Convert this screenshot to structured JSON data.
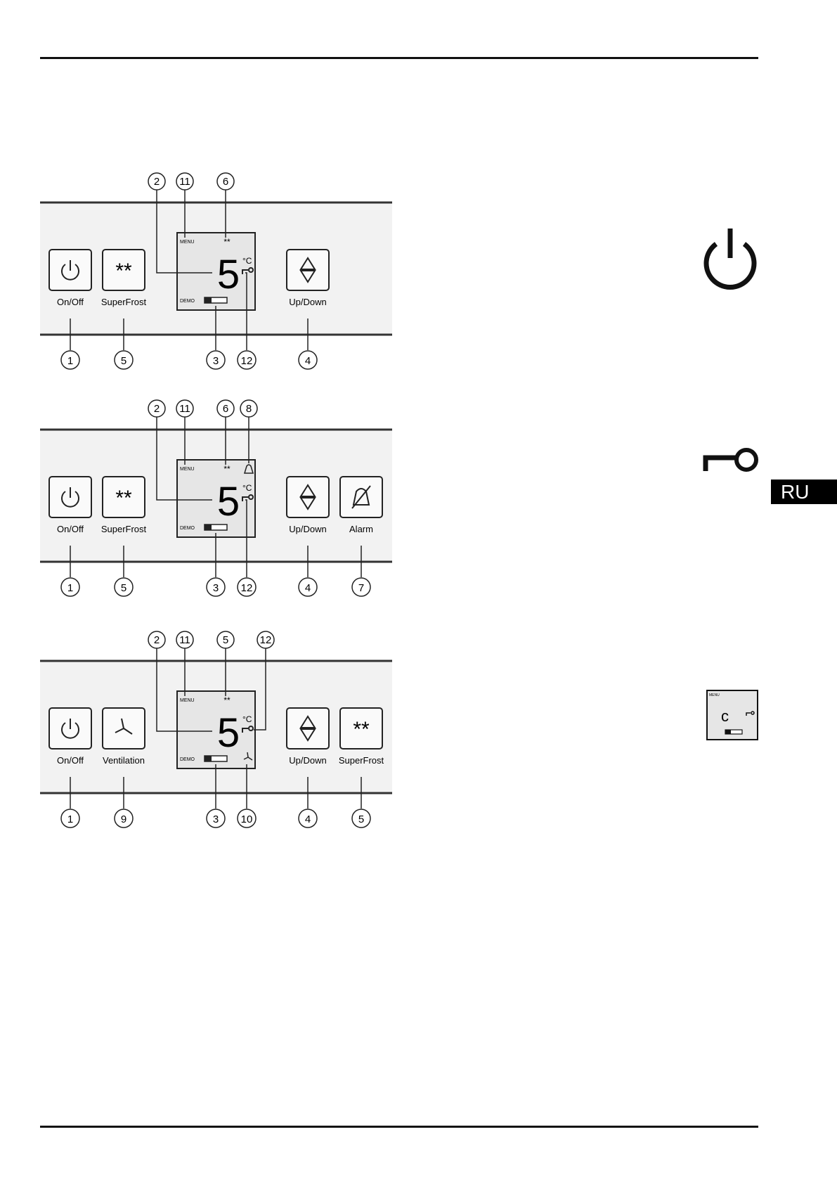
{
  "header": {},
  "language_tab": {
    "label": "RU"
  },
  "panels": [
    {
      "id": "panel-1",
      "buttons": [
        {
          "id": "onoff",
          "icon": "power-icon",
          "label": "On/Off"
        },
        {
          "id": "superfrost",
          "icon": "superfrost-icon",
          "label": "SuperFrost"
        },
        {
          "id": "updown",
          "icon": "up-down-icon",
          "label": "Up/Down"
        }
      ],
      "display": {
        "menu": "MENU",
        "demo": "DEMO",
        "digit": "5",
        "unit": "°C",
        "top_symbol": "**",
        "key": "key-icon",
        "extra": null
      },
      "top_callouts": [
        "2",
        "11",
        "6"
      ],
      "bottom_callouts": [
        "1",
        "5",
        "3",
        "12",
        "4"
      ]
    },
    {
      "id": "panel-2",
      "buttons": [
        {
          "id": "onoff",
          "icon": "power-icon",
          "label": "On/Off"
        },
        {
          "id": "superfrost",
          "icon": "superfrost-icon",
          "label": "SuperFrost"
        },
        {
          "id": "updown",
          "icon": "up-down-icon",
          "label": "Up/Down"
        },
        {
          "id": "alarm",
          "icon": "alarm-off-icon",
          "label": "Alarm"
        }
      ],
      "display": {
        "menu": "MENU",
        "demo": "DEMO",
        "digit": "5",
        "unit": "°C",
        "top_symbol": "**",
        "key": "key-icon",
        "extra": "bell-icon"
      },
      "top_callouts": [
        "2",
        "11",
        "6",
        "8"
      ],
      "bottom_callouts": [
        "1",
        "5",
        "3",
        "12",
        "4",
        "7"
      ]
    },
    {
      "id": "panel-3",
      "buttons": [
        {
          "id": "onoff",
          "icon": "power-icon",
          "label": "On/Off"
        },
        {
          "id": "ventilation",
          "icon": "fan-icon",
          "label": "Ventilation"
        },
        {
          "id": "updown",
          "icon": "up-down-icon",
          "label": "Up/Down"
        },
        {
          "id": "superfrost",
          "icon": "superfrost-icon",
          "label": "SuperFrost"
        }
      ],
      "display": {
        "menu": "MENU",
        "demo": "DEMO",
        "digit": "5",
        "unit": "°C",
        "top_symbol": "**",
        "key": "key-icon",
        "extra": "fan-icon"
      },
      "top_callouts": [
        "2",
        "11",
        "5",
        "12"
      ],
      "bottom_callouts": [
        "1",
        "9",
        "3",
        "10",
        "4",
        "5"
      ]
    }
  ],
  "side_icons": [
    "power-icon",
    "key-icon",
    "mini-display-icon"
  ],
  "mini_display": {
    "menu": "MENU",
    "digit": "c"
  }
}
